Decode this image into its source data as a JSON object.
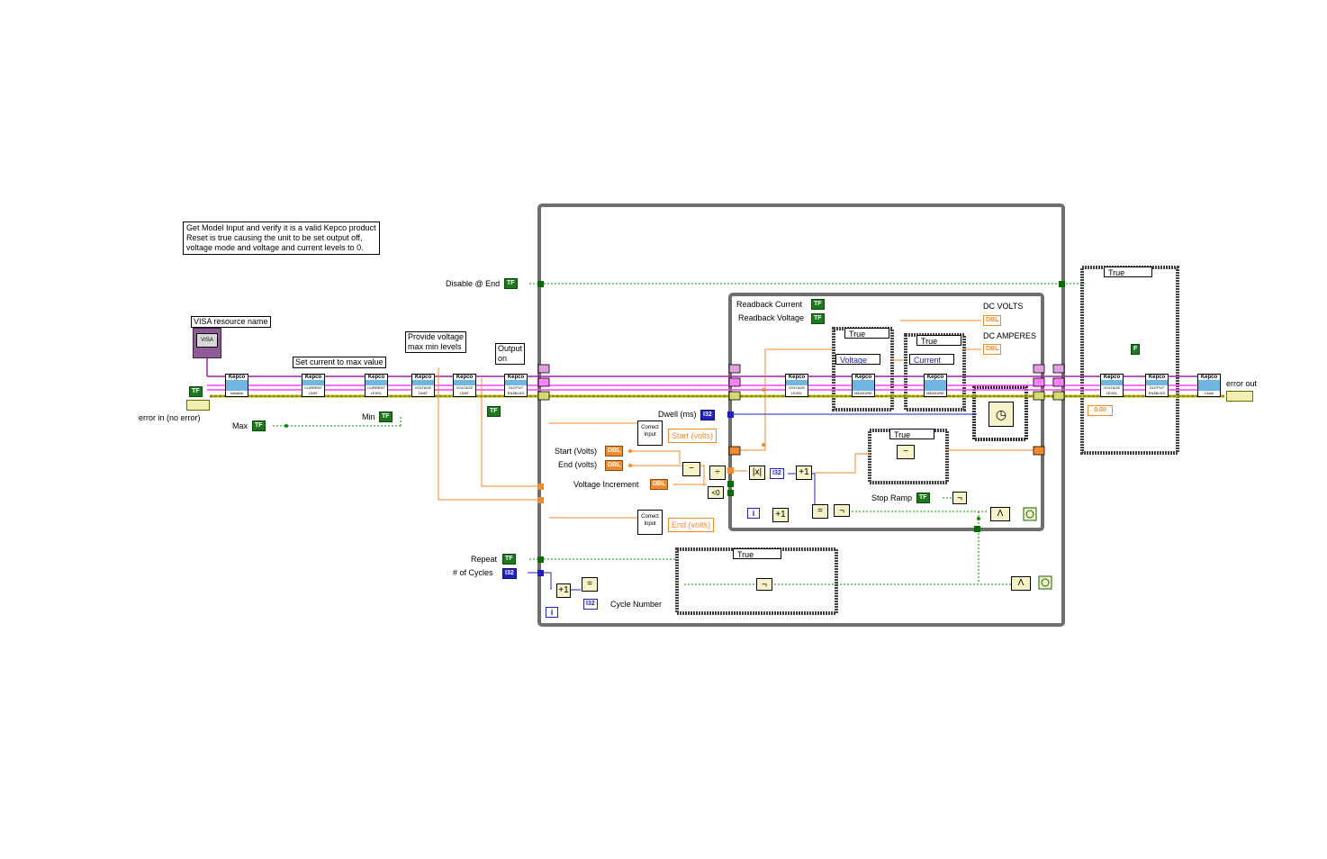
{
  "comments": {
    "main_comment": "Get Model Input and verify it is a valid Kepco product\nReset is true causing the unit to be set output off,\nvoltage mode and voltage and current levels to 0.",
    "visa_label": "VISA resource name",
    "set_current_note": "Set current to max value",
    "provide_voltage_note": "Provide voltage\nmax min levels",
    "output_on_note": "Output\non"
  },
  "labels": {
    "error_in": "error in (no error)",
    "max": "Max",
    "min": "Min",
    "disable_end": "Disable @ End",
    "dwell": "Dwell (ms)",
    "start_volts": "Start (Volts)",
    "end_volts": "End (volts)",
    "voltage_increment": "Voltage Increment",
    "readback_current": "Readback Current",
    "readback_voltage": "Readback Voltage",
    "dc_volts": "DC VOLTS",
    "dc_amperes": "DC AMPERES",
    "stop_ramp": "Stop Ramp",
    "repeat": "Repeat",
    "cycles": "# of Cycles",
    "cycle_number": "Cycle Number",
    "error_out": "error out"
  },
  "terminals": {
    "tf": "TF",
    "dbl": "DBL",
    "i32": "I32",
    "tf_short": "TF",
    "f_const": "F",
    "zero_const": "0.00",
    "iter": "i"
  },
  "subvis": {
    "correct_input": "Correct\nInput",
    "start_volts_out": "Start (volts)",
    "end_volts_out": "End (volts)"
  },
  "vis": {
    "kepco": "Kepco",
    "initialize": "Initialize",
    "current_limit": "CURRENT LIMIT",
    "current_level": "CURRENT LEVEL",
    "voltage_limit": "VOLTAGE LIMIT",
    "output_enabled": "OUTPUT ENABLED",
    "voltage_level": "VOLTAGE LEVEL",
    "measure": "MEASURE",
    "close": "Close"
  },
  "case_selectors": {
    "true": "True",
    "voltage": "Voltage",
    "current": "Current"
  },
  "colors": {
    "error_wire": "#c8c800",
    "visa_wire": "#a020a0",
    "pink_wire": "#ff40ff",
    "bool_wire": "#0a8a0a",
    "dbl_wire": "#f28a2b",
    "i32_wire": "#2020c0",
    "frame": "#6e6e6e"
  }
}
